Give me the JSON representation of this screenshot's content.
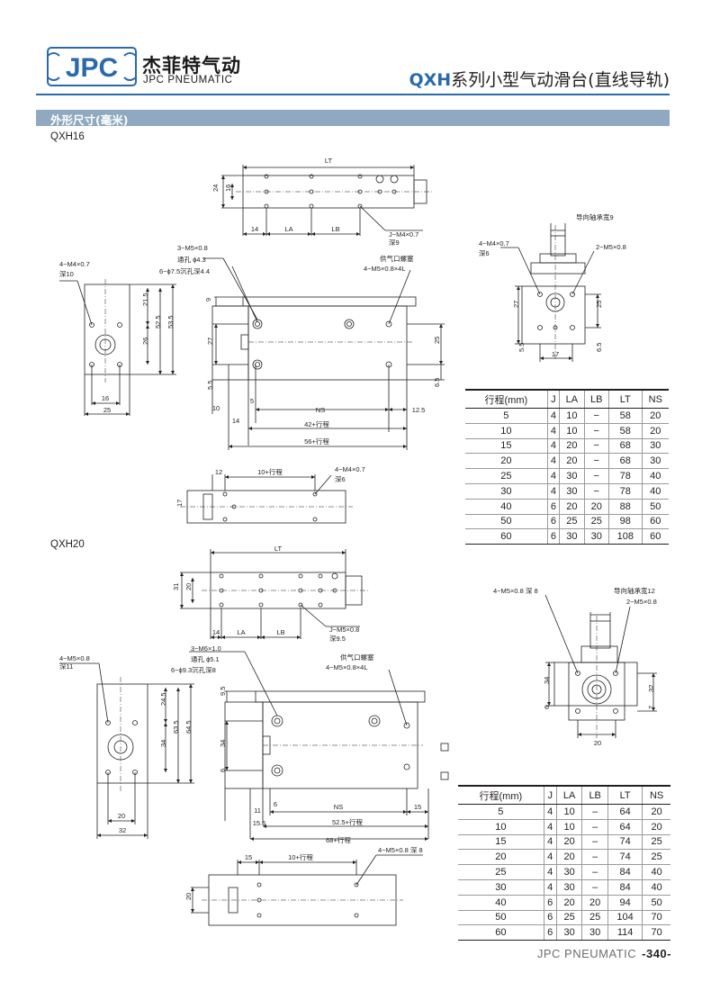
{
  "header": {
    "logo_text": "JPC",
    "brand_cn": "杰菲特气动",
    "brand_en": "JPC PNEUMATIC",
    "title_accent": "QXH",
    "title_rest": "系列小型气动滑台(直线导轨)"
  },
  "section": {
    "title": "外形尺寸(毫米)"
  },
  "models": [
    {
      "name": "QXH16",
      "labels": {
        "top_lt": "LT",
        "top_24": "24",
        "top_16": "16",
        "top_14": "14",
        "top_la": "LA",
        "top_lb": "LB",
        "top_j": "J−M4×0.7",
        "top_j_depth": "深9",
        "left_thread": "4−M4×0.7",
        "left_thread_depth": "深10",
        "left_21_5": "21.5",
        "left_52_5": "52.5",
        "left_53_5": "53.5",
        "left_26": "26",
        "left_16": "16",
        "left_25": "25",
        "front_m5": "3−M5×0.8",
        "front_hole": "通孔 ϕ4.3",
        "front_cb": "6−ϕ7.5沉孔深4.4",
        "front_port": "供气口螺塞",
        "front_port2": "4−M5×0.8×4L",
        "front_9": "9",
        "front_27": "27",
        "front_5_5": "5.5",
        "front_10": "10",
        "front_5": "5",
        "front_14": "14",
        "front_ns": "NS",
        "front_12_5": "12.5",
        "front_25": "25",
        "front_6_5": "6.5",
        "front_42": "42+行程",
        "front_56": "56+行程",
        "end_guide": "导向轴承宽9",
        "end_m4": "4−M4×0.7",
        "end_m4_depth": "深6",
        "end_m5": "2−M5×0.8",
        "end_27": "27",
        "end_25": "25",
        "end_5_5": "5.5",
        "end_6_5": "6.5",
        "end_17": "17",
        "bot_12": "12",
        "bot_10": "10+行程",
        "bot_m4": "4−M4×0.7",
        "bot_depth": "深6",
        "bot_17": "17"
      },
      "table": {
        "headers": [
          "行程(mm)",
          "J",
          "LA",
          "LB",
          "LT",
          "NS"
        ],
        "rows": [
          [
            "5",
            "4",
            "10",
            "−",
            "58",
            "20"
          ],
          [
            "10",
            "4",
            "10",
            "−",
            "58",
            "20"
          ],
          [
            "15",
            "4",
            "20",
            "−",
            "68",
            "30"
          ],
          [
            "20",
            "4",
            "20",
            "−",
            "68",
            "30"
          ],
          [
            "25",
            "4",
            "30",
            "−",
            "78",
            "40"
          ],
          [
            "30",
            "4",
            "30",
            "−",
            "78",
            "40"
          ],
          [
            "40",
            "6",
            "20",
            "20",
            "88",
            "50"
          ],
          [
            "50",
            "6",
            "25",
            "25",
            "98",
            "60"
          ],
          [
            "60",
            "6",
            "30",
            "30",
            "108",
            "60"
          ]
        ]
      }
    },
    {
      "name": "QXH20",
      "labels": {
        "top_lt": "LT",
        "top_31": "31",
        "top_20": "20",
        "top_14": "14",
        "top_la": "LA",
        "top_lb": "LB",
        "top_j": "J−M5×0.8",
        "top_j_depth": "深9.5",
        "left_thread": "4−M5×0.8",
        "left_thread_depth": "深11",
        "left_24_5": "24.5",
        "left_63_5": "63.5",
        "left_64_5": "64.5",
        "left_34": "34",
        "left_20": "20",
        "left_32": "32",
        "front_m6": "3−M6×1.0",
        "front_hole": "通孔 ϕ5.1",
        "front_cb": "6−ϕ9.3沉孔深8",
        "front_port": "供气口螺塞",
        "front_port2": "4−M5×0.8×4L",
        "front_9_5": "9.5",
        "front_34": "34",
        "front_6": "6",
        "front_11": "11",
        "front_6b": "6",
        "front_ns": "NS",
        "front_15": "15",
        "front_15_5": "15.5",
        "front_52_5": "52.5+行程",
        "front_68": "68+行程",
        "end_m5": "4−M5×0.8 深 8",
        "end_guide": "导向轴承宽12",
        "end_m5b": "2−M5×0.8",
        "end_34": "34",
        "end_32": "32",
        "end_6": "6",
        "end_7": "7",
        "end_20": "20",
        "bot_15": "15",
        "bot_10": "10+行程",
        "bot_m5": "4−M5×0.8 深 8",
        "bot_20": "20"
      },
      "table": {
        "headers": [
          "行程(mm)",
          "J",
          "LA",
          "LB",
          "LT",
          "NS"
        ],
        "rows": [
          [
            "5",
            "4",
            "10",
            "–",
            "64",
            "20"
          ],
          [
            "10",
            "4",
            "10",
            "–",
            "64",
            "20"
          ],
          [
            "15",
            "4",
            "20",
            "–",
            "74",
            "25"
          ],
          [
            "20",
            "4",
            "20",
            "–",
            "74",
            "25"
          ],
          [
            "25",
            "4",
            "30",
            "–",
            "84",
            "40"
          ],
          [
            "30",
            "4",
            "30",
            "–",
            "84",
            "40"
          ],
          [
            "40",
            "6",
            "20",
            "20",
            "94",
            "50"
          ],
          [
            "50",
            "6",
            "25",
            "25",
            "104",
            "70"
          ],
          [
            "60",
            "6",
            "30",
            "30",
            "114",
            "70"
          ]
        ]
      }
    }
  ],
  "footer": {
    "brand": "JPC PNEUMATIC",
    "page": "-340-"
  },
  "colors": {
    "accent": "#2a6aab",
    "section_bar": "#8fa9c1",
    "line": "#231f20"
  }
}
